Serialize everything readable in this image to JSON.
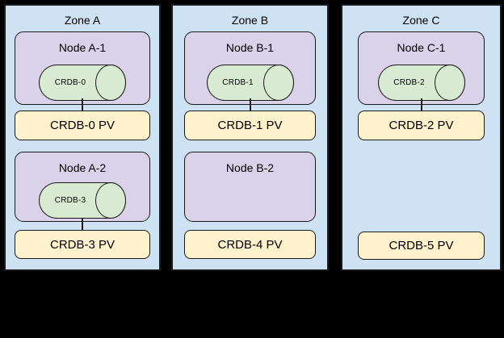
{
  "colors": {
    "canvas_bg": "#000000",
    "zone_bg": "#cfe2f3",
    "node_bg": "#d9d2e9",
    "cylinder_bg": "#d9ead3",
    "pv_bg": "#fff2cc",
    "border": "#1a1a1a"
  },
  "zones": [
    {
      "label": "Zone A",
      "node1": {
        "label": "Node A-1",
        "db": "CRDB-0"
      },
      "pv1": "CRDB-0 PV",
      "node2": {
        "label": "Node A-2",
        "db": "CRDB-3"
      },
      "pv2": "CRDB-3 PV"
    },
    {
      "label": "Zone B",
      "node1": {
        "label": "Node B-1",
        "db": "CRDB-1"
      },
      "pv1": "CRDB-1 PV",
      "node2": {
        "label": "Node B-2"
      },
      "pv2": "CRDB-4 PV"
    },
    {
      "label": "Zone C",
      "node1": {
        "label": "Node C-1",
        "db": "CRDB-2"
      },
      "pv1": "CRDB-2 PV",
      "pv2": "CRDB-5 PV"
    }
  ]
}
